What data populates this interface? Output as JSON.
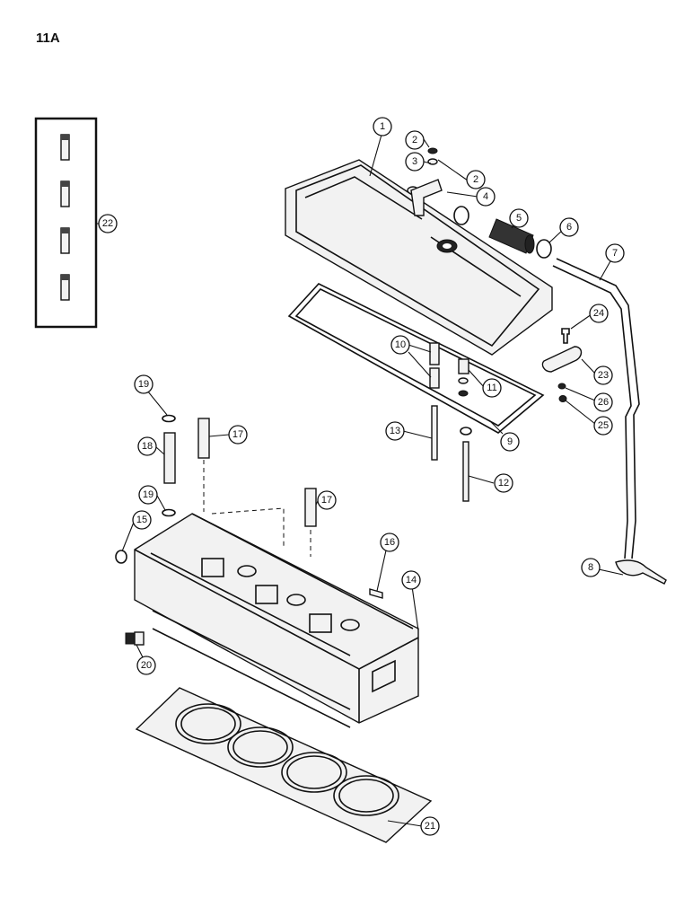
{
  "page_label": "11A",
  "callouts": [
    {
      "id": "c1",
      "label": "1"
    },
    {
      "id": "c2a",
      "label": "2"
    },
    {
      "id": "c2b",
      "label": "2"
    },
    {
      "id": "c3",
      "label": "3"
    },
    {
      "id": "c4",
      "label": "4"
    },
    {
      "id": "c5",
      "label": "5"
    },
    {
      "id": "c6",
      "label": "6"
    },
    {
      "id": "c7",
      "label": "7"
    },
    {
      "id": "c8",
      "label": "8"
    },
    {
      "id": "c9",
      "label": "9"
    },
    {
      "id": "c10",
      "label": "10"
    },
    {
      "id": "c11",
      "label": "11"
    },
    {
      "id": "c12",
      "label": "12"
    },
    {
      "id": "c13",
      "label": "13"
    },
    {
      "id": "c14",
      "label": "14"
    },
    {
      "id": "c15",
      "label": "15"
    },
    {
      "id": "c16",
      "label": "16"
    },
    {
      "id": "c17a",
      "label": "17"
    },
    {
      "id": "c17b",
      "label": "17"
    },
    {
      "id": "c18",
      "label": "18"
    },
    {
      "id": "c19a",
      "label": "19"
    },
    {
      "id": "c19b",
      "label": "19"
    },
    {
      "id": "c20",
      "label": "20"
    },
    {
      "id": "c21",
      "label": "21"
    },
    {
      "id": "c22",
      "label": "22"
    },
    {
      "id": "c23",
      "label": "23"
    },
    {
      "id": "c24",
      "label": "24"
    },
    {
      "id": "c25",
      "label": "25"
    },
    {
      "id": "c26",
      "label": "26"
    }
  ]
}
